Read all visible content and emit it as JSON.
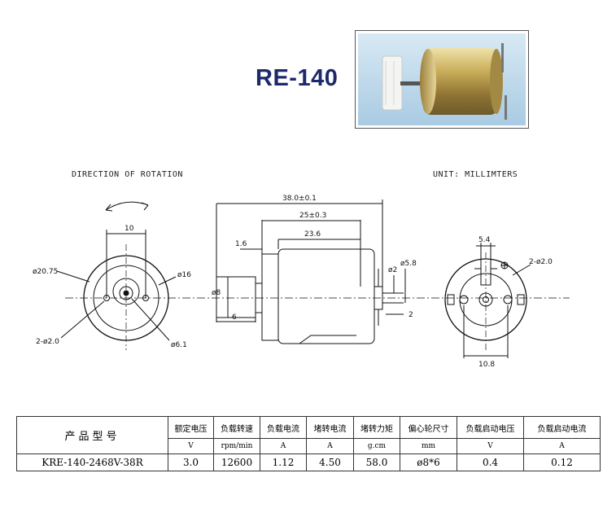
{
  "title": "RE-140",
  "drawing": {
    "direction_label": "DIRECTION OF ROTATION",
    "unit_label": "UNIT: MILLIMTERS",
    "front": {
      "d_outer": "ø20.75",
      "d_body": "ø16",
      "d_hole": "2-ø2.0",
      "d_shaft": "ø6.1",
      "width_10": "10"
    },
    "side": {
      "len_total": "38.0±0.1",
      "len_body": "25±0.3",
      "len_can": "23.6",
      "len_16": "1.6",
      "d8": "ø8",
      "len_6": "6",
      "d2": "ø2",
      "d58": "ø5.8",
      "len_2": "2"
    },
    "back": {
      "w54": "5.4",
      "hole": "2-ø2.0",
      "w108": "10.8"
    }
  },
  "table": {
    "model_header": "产品型号",
    "columns": [
      "额定电压",
      "负载转速",
      "负载电流",
      "堵转电流",
      "堵转力矩",
      "偏心轮尺寸",
      "负载启动电压",
      "负载启动电流"
    ],
    "units": [
      "V",
      "rpm/min",
      "A",
      "A",
      "g.cm",
      "mm",
      "V",
      "A"
    ],
    "row": {
      "model": "KRE-140-2468V-38R",
      "values": [
        "3.0",
        "12600",
        "1.12",
        "4.50",
        "58.0",
        "ø8*6",
        "0.4",
        "0.12"
      ]
    }
  },
  "colors": {
    "title": "#1c2a6b",
    "photo_bg": "#bcd8ec",
    "motor_gold": "#b89a48"
  }
}
